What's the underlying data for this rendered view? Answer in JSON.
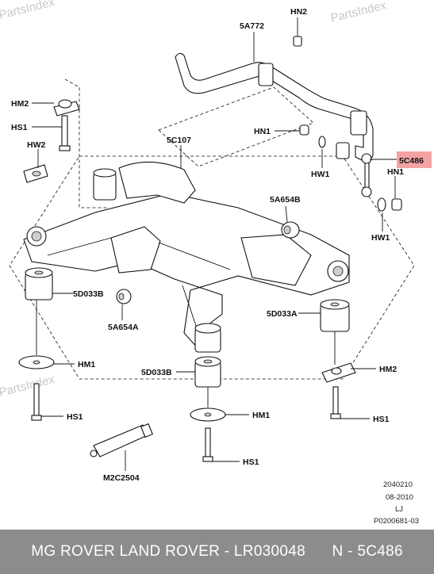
{
  "watermarks": [
    "PartsIndex",
    "PartsIndex",
    "PartsIndex"
  ],
  "labels": {
    "hn2": "HN2",
    "s5a772": "5A772",
    "hm2_left": "HM2",
    "hs1_top": "HS1",
    "hw2": "HW2",
    "s5c107": "5C107",
    "hn1_top": "HN1",
    "hw1_top": "HW1",
    "s5c486": "5C486",
    "hn1_right": "HN1",
    "hw1_right": "HW1",
    "s5a654b": "5A654B",
    "s5d033b_left": "5D033B",
    "s5a654a": "5A654A",
    "s5d033a": "5D033A",
    "hm1_left": "HM1",
    "hm2_right": "HM2",
    "s5d033b_center": "5D033B",
    "hs1_left": "HS1",
    "hm1_center": "HM1",
    "hs1_right": "HS1",
    "hs1_center": "HS1",
    "m2c2504": "M2C2504"
  },
  "highlight_color": "#f4a3a3",
  "meta": {
    "code1": "2040210",
    "code2": "08-2010",
    "code3": "LJ",
    "code4": "P0200681-03"
  },
  "footer": {
    "left": "MG ROVER LAND ROVER - LR030048",
    "right": "N - 5C486"
  }
}
